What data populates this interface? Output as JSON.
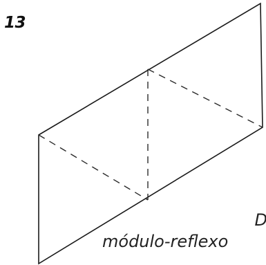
{
  "figure": {
    "number": "13",
    "caption_line1": "D",
    "caption_line2": "módulo-reflexo"
  },
  "diagram": {
    "panel_color": "#1a1a1a",
    "fold_line_color": "#2a2a2a",
    "background": "#ffffff"
  }
}
